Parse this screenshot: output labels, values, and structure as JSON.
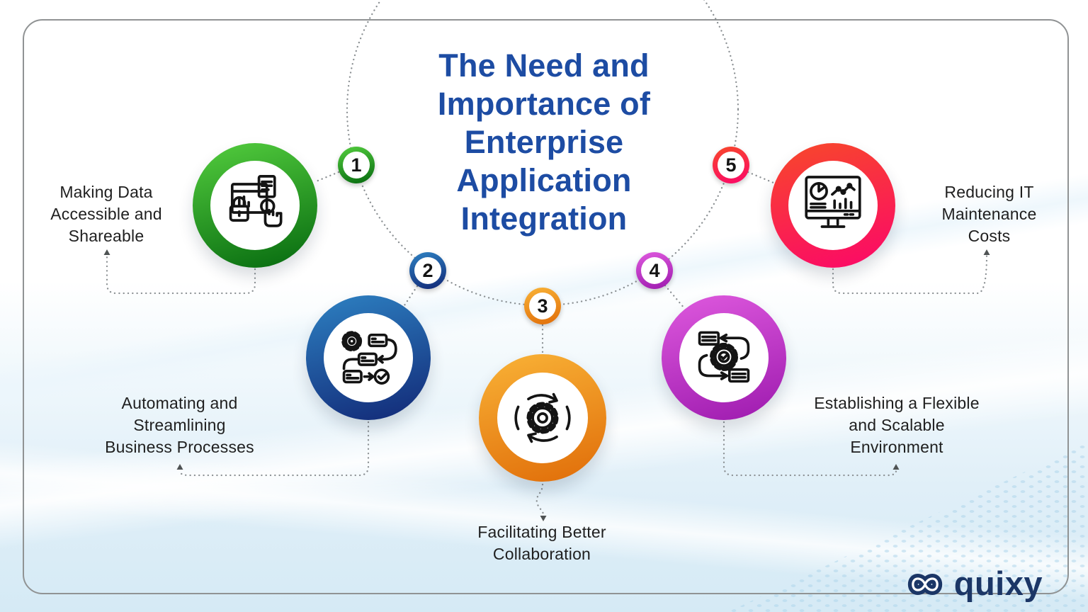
{
  "title": {
    "text": "The Need and Importance of Enterprise Application Integration",
    "color": "#1d4ca3"
  },
  "items": [
    {
      "number": "1",
      "label": "Making Data Accessible and Shareable",
      "icon": "data-access-lock-icon",
      "color_top": "#4dc53a",
      "color_bottom": "#0c7113"
    },
    {
      "number": "2",
      "label": "Automating and Streamlining Business Processes",
      "icon": "workflow-automation-icon",
      "color_top": "#2b7abc",
      "color_bottom": "#142f7c"
    },
    {
      "number": "3",
      "label": "Facilitating Better Collaboration",
      "icon": "process-cycle-gear-icon",
      "color_top": "#f7ad33",
      "color_bottom": "#e2720c"
    },
    {
      "number": "4",
      "label": "Establishing a Flexible and Scalable Environment",
      "icon": "flexible-gear-docs-icon",
      "color_top": "#d954da",
      "color_bottom": "#a21fb2"
    },
    {
      "number": "5",
      "label": "Reducing IT Maintenance Costs",
      "icon": "monitor-analytics-icon",
      "color_top": "#f8432f",
      "color_bottom": "#fb0c64"
    }
  ],
  "brand": {
    "name": "quixy",
    "color": "#1b3666"
  },
  "style": {
    "label_color": "#1f1f1f",
    "dotted_line_color": "#8b9093",
    "card_border_color": "#909394"
  }
}
